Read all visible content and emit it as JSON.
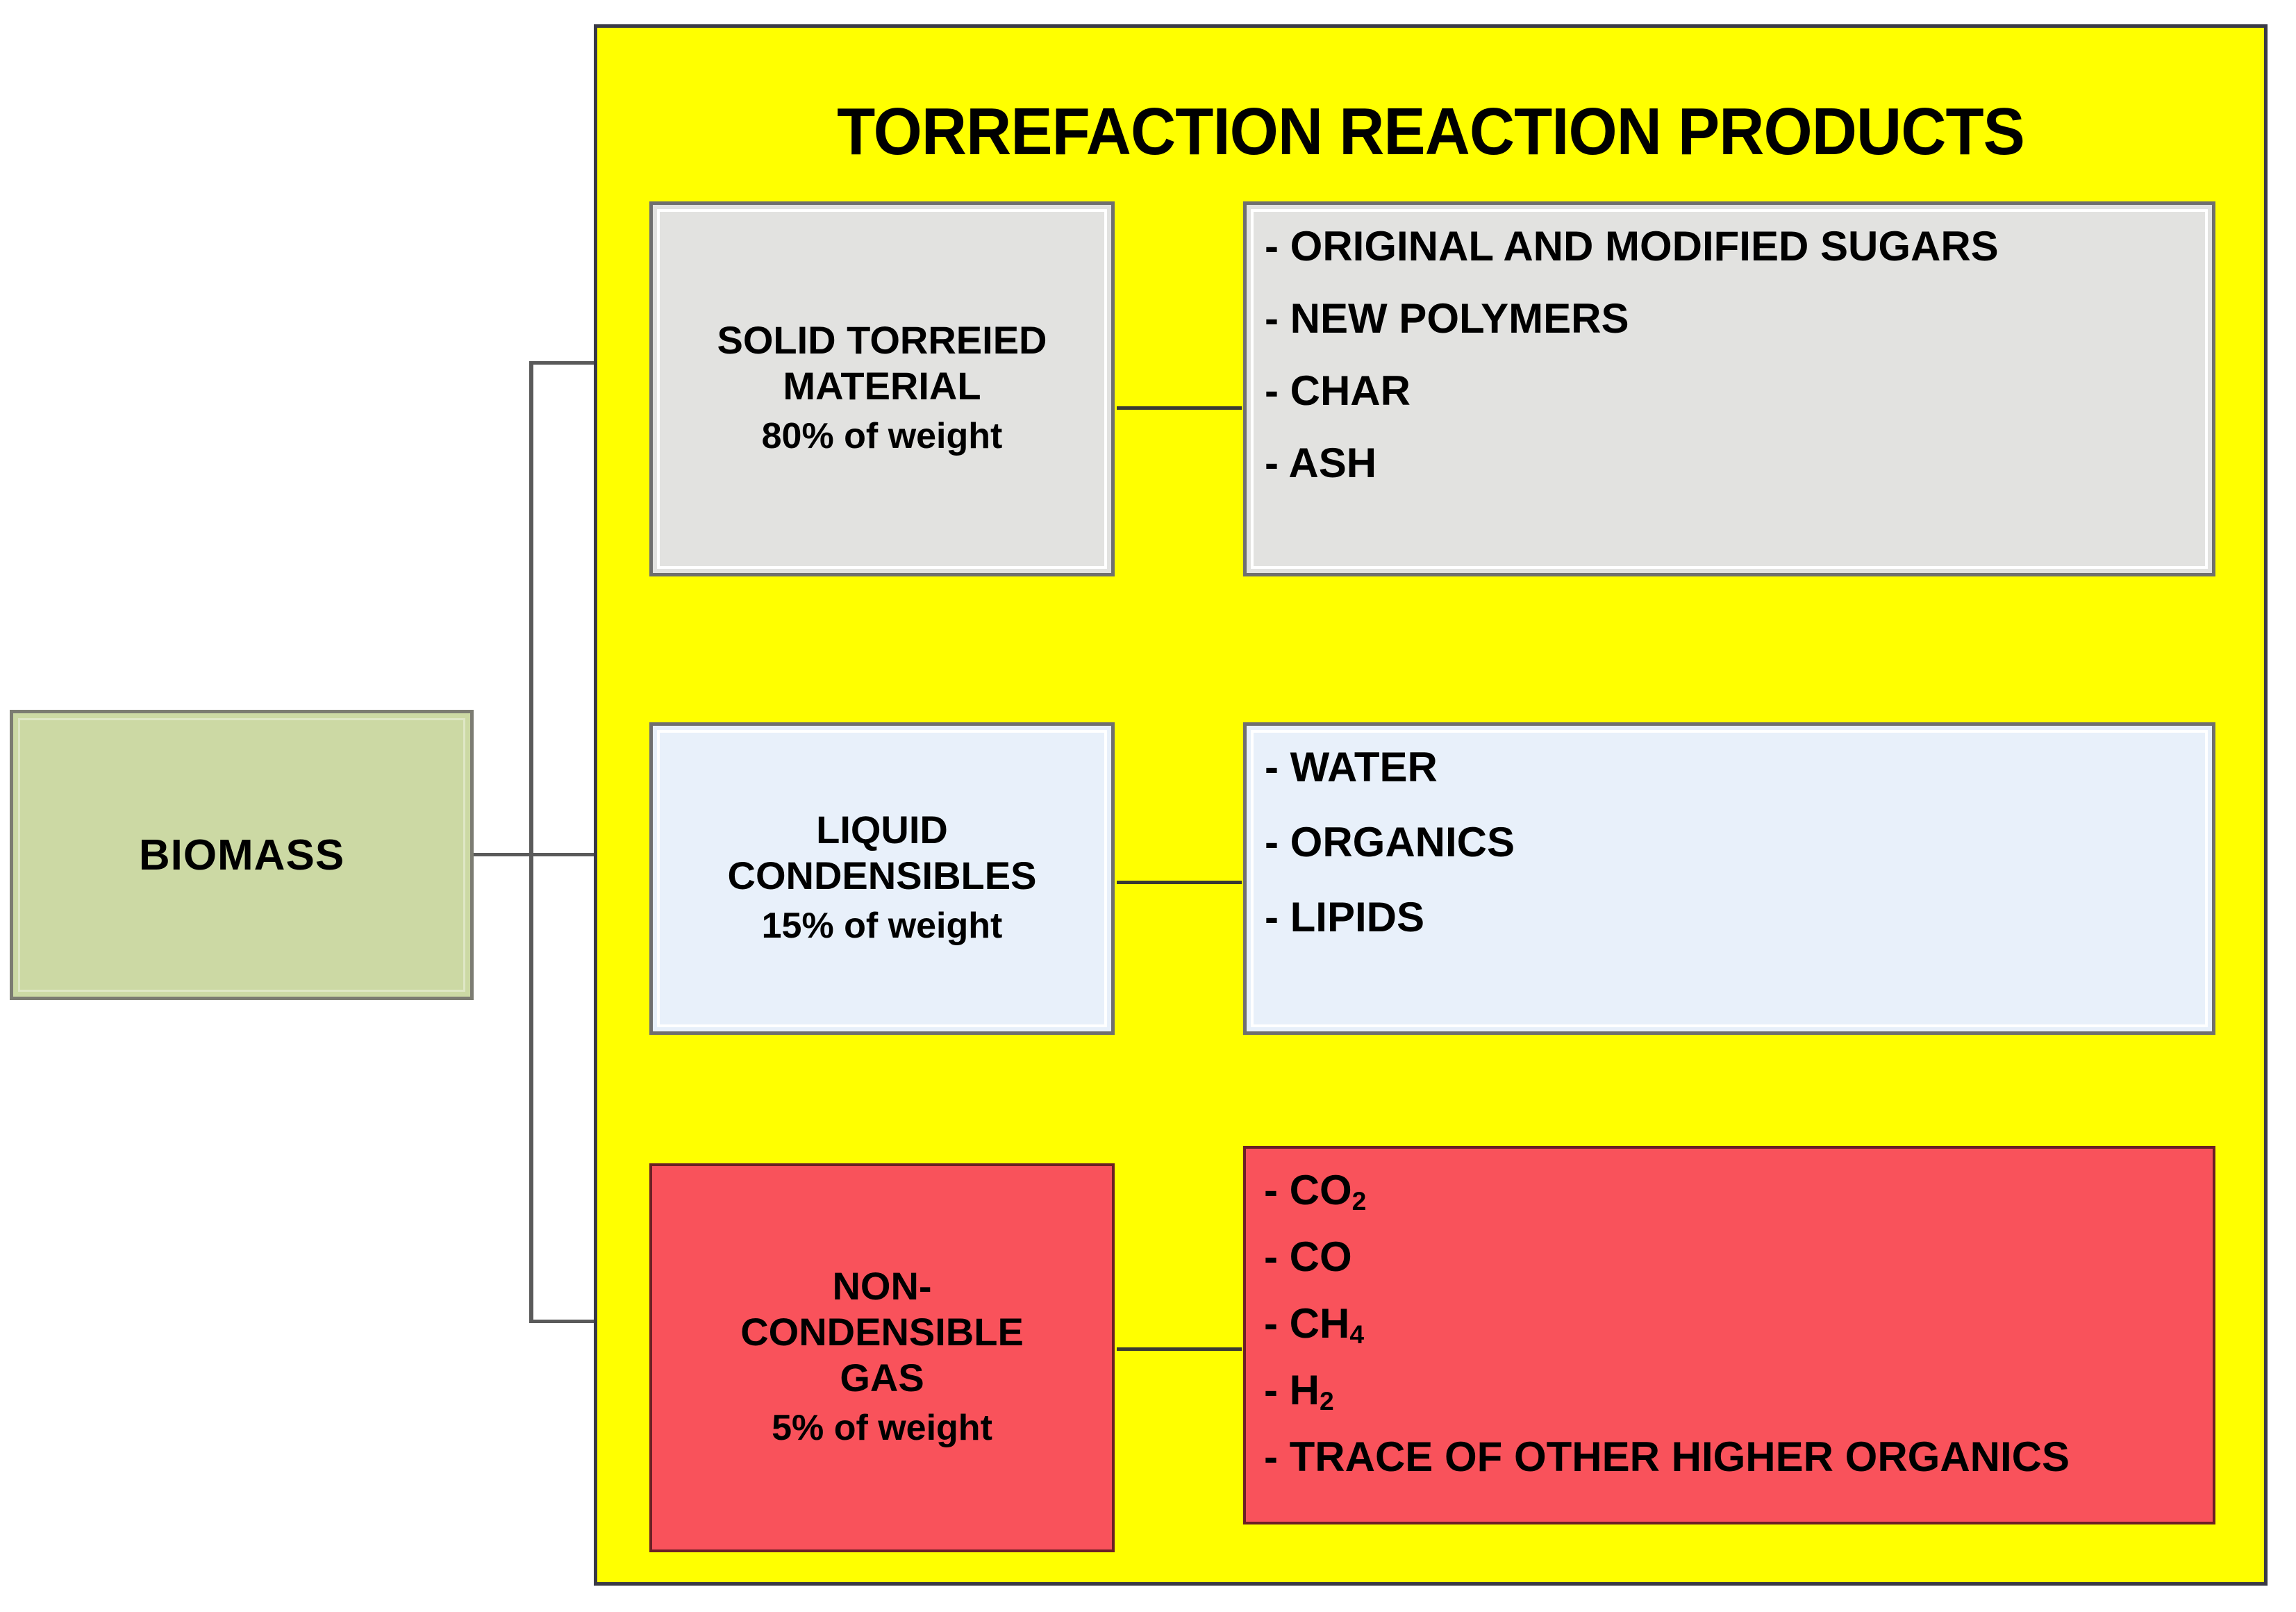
{
  "panel": {
    "title": "TORREFACTION REACTION PRODUCTS",
    "background_color": "#ffff00",
    "border_color": "#3a3a46"
  },
  "source": {
    "label": "BIOMASS",
    "fill_color": "#ccd9a4",
    "border_color": "#7c7c72"
  },
  "products": [
    {
      "id": "solid",
      "name_line1": "SOLID TORREIED",
      "name_line2": "MATERIAL",
      "weight": "80% of weight",
      "fill_color": "#e2e2e0",
      "border_color": "#6f6f6f",
      "items": [
        "- ORIGINAL AND MODIFIED SUGARS",
        "- NEW POLYMERS",
        "- CHAR",
        "- ASH"
      ]
    },
    {
      "id": "liquid",
      "name_line1": "LIQUID",
      "name_line2": "CONDENSIBLES",
      "weight": "15% of weight",
      "fill_color": "#e8f0fa",
      "border_color": "#6f6f6f",
      "items": [
        "- WATER",
        "- ORGANICS",
        "- LIPIDS"
      ]
    },
    {
      "id": "gas",
      "name_line1": "NON-",
      "name_line2": "CONDENSIBLE",
      "name_line3": "GAS",
      "weight": "5% of weight",
      "fill_color": "#f9525b",
      "border_color": "#6b2026",
      "items_html": [
        "- CO<sub>2</sub>",
        "- CO",
        "- CH<sub>4</sub>",
        "- H<sub>2</sub>",
        "- TRACE OF OTHER HIGHER ORGANICS"
      ],
      "items": [
        "- CO2",
        "- CO",
        "- CH4",
        "- H2",
        "- TRACE OF OTHER HIGHER ORGANICS"
      ]
    }
  ]
}
